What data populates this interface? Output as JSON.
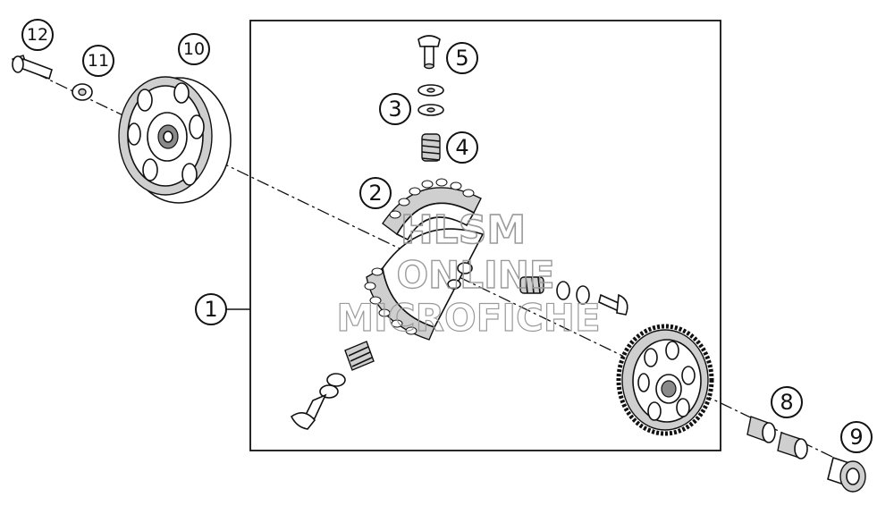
{
  "callouts": [
    {
      "id": "1",
      "label": "1"
    },
    {
      "id": "2",
      "label": "2"
    },
    {
      "id": "3",
      "label": "3"
    },
    {
      "id": "4",
      "label": "4"
    },
    {
      "id": "5",
      "label": "5"
    },
    {
      "id": "8",
      "label": "8"
    },
    {
      "id": "9",
      "label": "9"
    },
    {
      "id": "10",
      "label": "10"
    },
    {
      "id": "11",
      "label": "11"
    },
    {
      "id": "12",
      "label": "12"
    }
  ],
  "watermark": {
    "line1": "HLSM",
    "line2": "ONLINE",
    "line3": "MICROFICHE",
    "color": "#9a9a9a"
  },
  "colors": {
    "line": "#111111",
    "shade": "#cfcfcf",
    "background": "#ffffff"
  }
}
